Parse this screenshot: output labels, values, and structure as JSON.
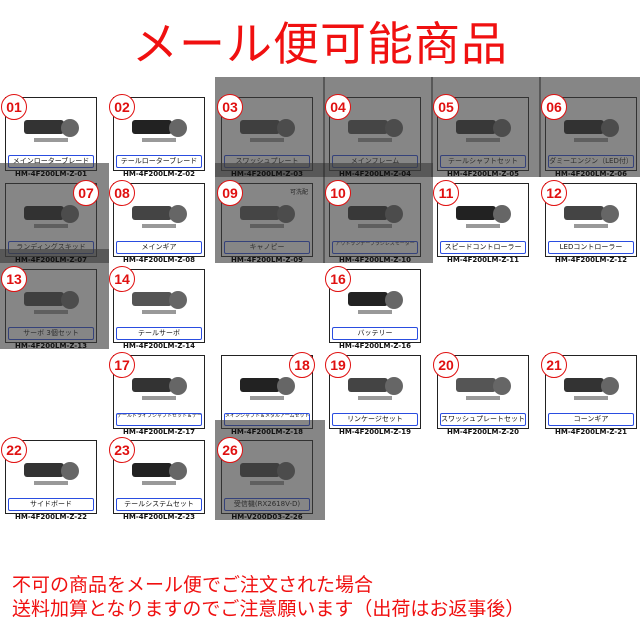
{
  "title": "メール便可能商品",
  "colors": {
    "accent": "#f01010",
    "label_border": "#2a4de0"
  },
  "grid_rows": [
    [
      {
        "num": "01",
        "name": "メインローターブレード",
        "code": "HM-4F200LM-Z-01",
        "dim": false,
        "icon": "rotor-blades-icon"
      },
      {
        "num": "02",
        "name": "テールローターブレード",
        "code": "HM-4F200LM-Z-02",
        "dim": false,
        "icon": "tail-blades-icon"
      },
      {
        "num": "03",
        "name": "スワッシュプレート",
        "code": "HM-4F200LM-Z-03",
        "dim": true,
        "icon": "swashplate-icon"
      },
      {
        "num": "04",
        "name": "メインフレーム",
        "code": "HM-4F200LM-Z-04",
        "dim": true,
        "icon": "frame-icon"
      },
      {
        "num": "05",
        "name": "テールシャフトセット",
        "code": "HM-4F200LM-Z-05",
        "dim": true,
        "icon": "tail-boom-icon"
      },
      {
        "num": "06",
        "name": "ダミーエンジン（LED付）",
        "code": "HM-4F200LM-Z-06",
        "dim": true,
        "icon": "dummy-engine-icon"
      }
    ],
    [
      {
        "num": "07",
        "name": "ランディングスキッド",
        "code": "HM-4F200LM-Z-07",
        "dim": true,
        "icon": "landing-skid-icon"
      },
      {
        "num": "08",
        "name": "メインギア",
        "code": "HM-4F200LM-Z-08",
        "dim": false,
        "icon": "gear-icon"
      },
      {
        "num": "09",
        "name": "キャノピー",
        "code": "HM-4F200LM-Z-09",
        "dim": true,
        "icon": "canopy-icon",
        "note": "可洗配"
      },
      {
        "num": "10",
        "name": "アウトランナーブラシレスモーター",
        "code": "HM-4F200LM-Z-10",
        "dim": true,
        "icon": "motor-icon"
      },
      {
        "num": "11",
        "name": "スピードコントローラー",
        "code": "HM-4F200LM-Z-11",
        "dim": false,
        "icon": "esc-icon"
      },
      {
        "num": "12",
        "name": "LEDコントローラー",
        "code": "HM-4F200LM-Z-12",
        "dim": false,
        "icon": "led-controller-icon"
      }
    ],
    [
      {
        "num": "13",
        "name": "サーボ 3個セット",
        "code": "HM-4F200LM-Z-13",
        "dim": true,
        "icon": "servo-set-icon"
      },
      {
        "num": "14",
        "name": "テールサーボ",
        "code": "HM-4F200LM-Z-14",
        "dim": false,
        "icon": "servo-icon"
      },
      null,
      {
        "num": "16",
        "name": "バッテリー",
        "code": "HM-4F200LM-Z-16",
        "dim": false,
        "icon": "battery-icon"
      },
      null,
      null
    ],
    [
      null,
      {
        "num": "17",
        "name": "テールドライブシャフトセット＆テールプッシュロッドセット",
        "code": "HM-4F200LM-Z-17",
        "dim": false,
        "icon": "shaft-icon"
      },
      {
        "num": "18",
        "name": "メインシャフト＆メタルアームセット",
        "code": "HM-4F200LM-Z-18",
        "dim": false,
        "icon": "main-shaft-icon"
      },
      {
        "num": "19",
        "name": "リンケージセット",
        "code": "HM-4F200LM-Z-19",
        "dim": false,
        "icon": "linkage-icon"
      },
      {
        "num": "20",
        "name": "スワッシュプレートセット",
        "code": "HM-4F200LM-Z-20",
        "dim": false,
        "icon": "swashplate-set-icon"
      },
      {
        "num": "21",
        "name": "コーンギア",
        "code": "HM-4F200LM-Z-21",
        "dim": false,
        "icon": "cone-gear-icon"
      }
    ],
    [
      {
        "num": "22",
        "name": "サイドボード",
        "code": "HM-4F200LM-Z-22",
        "dim": false,
        "icon": "side-board-icon"
      },
      {
        "num": "23",
        "name": "テールシステムセット",
        "code": "HM-4F200LM-Z-23",
        "dim": false,
        "icon": "tail-system-icon"
      },
      {
        "num": "26",
        "name": "受信機(RX2618V-D)",
        "code": "HM-V200D03-Z-26",
        "dim": true,
        "icon": "receiver-icon"
      },
      null,
      null,
      null
    ]
  ],
  "notice": {
    "line1": "不可の商品をメール便でご注文された場合",
    "line2": "送料加算となりますのでご注意願います（出荷はお返事後）"
  }
}
